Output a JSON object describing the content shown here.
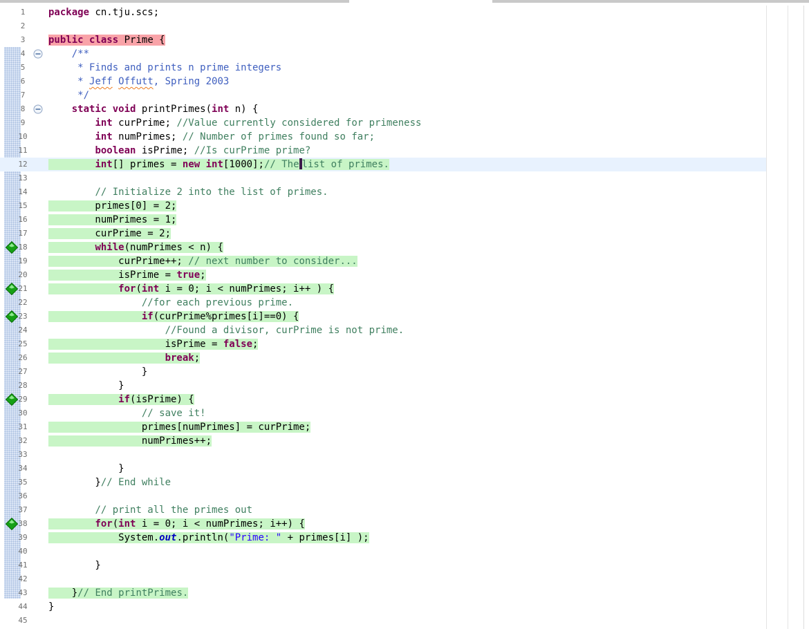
{
  "editor": {
    "lines": [
      {
        "num": "1",
        "html": "<span class=\"k\">package</span> cn.tju.scs;"
      },
      {
        "num": "2",
        "html": ""
      },
      {
        "num": "3",
        "html": "<span class=\"error\"><span class=\"k\">public</span> <span class=\"k\">class</span> Prime {</span>"
      },
      {
        "num": "4",
        "html": "    <span class=\"jd\">/**</span>",
        "fold": true
      },
      {
        "num": "5",
        "html": "<span class=\"jd\">     * Finds and prints n prime integers</span>"
      },
      {
        "num": "6",
        "html": "<span class=\"jd\">     * <span class=\"spell\">Jeff</span> <span class=\"spell\">Offutt</span>, Spring 2003</span>"
      },
      {
        "num": "7",
        "html": "<span class=\"jd\">     */</span>"
      },
      {
        "num": "8",
        "html": "    <span class=\"k\">static</span> <span class=\"k\">void</span> printPrimes(<span class=\"k\">int</span> n) {",
        "fold": true
      },
      {
        "num": "9",
        "html": "        <span class=\"k\">int</span> curPrime; <span class=\"c\">//Value currently considered for primeness</span>"
      },
      {
        "num": "10",
        "html": "        <span class=\"k\">int</span> numPrimes; <span class=\"c\">// Number of primes found so far;</span>"
      },
      {
        "num": "11",
        "html": "        <span class=\"k\">boolean</span> isPrime; <span class=\"c\">//Is curPrime prime?</span>"
      },
      {
        "num": "12",
        "html": "<span class=\"covered\">        <span class=\"k\">int</span>[] primes = <span class=\"k\">new</span> <span class=\"k\">int</span>[1000];<span class=\"c\">// The<span class=\"caret\" data-name=\"text-cursor\" data-interactable=\"false\"></span>list of primes.</span></span>",
        "current": true
      },
      {
        "num": "13",
        "html": ""
      },
      {
        "num": "14",
        "html": "        <span class=\"c\">// Initialize 2 into the list of primes.</span>"
      },
      {
        "num": "15",
        "html": "<span class=\"covered\">        primes[0] = 2;</span>"
      },
      {
        "num": "16",
        "html": "<span class=\"covered\">        numPrimes = 1;</span>"
      },
      {
        "num": "17",
        "html": "<span class=\"covered\">        curPrime = 2;</span>"
      },
      {
        "num": "18",
        "html": "<span class=\"covered\">        <span class=\"k\">while</span>(numPrimes &lt; n) {</span>",
        "bp": true
      },
      {
        "num": "19",
        "html": "<span class=\"covered\">            curPrime++; <span class=\"c\">// next number to consider...</span></span>"
      },
      {
        "num": "20",
        "html": "<span class=\"covered\">            isPrime = <span class=\"k\">true</span>;</span>"
      },
      {
        "num": "21",
        "html": "<span class=\"covered\">            <span class=\"k\">for</span>(<span class=\"k\">int</span> i = 0; i &lt; numPrimes; i++ ) {</span>",
        "bp": true
      },
      {
        "num": "22",
        "html": "                <span class=\"c\">//for each previous prime.</span>"
      },
      {
        "num": "23",
        "html": "<span class=\"covered\">                <span class=\"k\">if</span>(curPrime%primes[i]==0) {</span>",
        "bp": true
      },
      {
        "num": "24",
        "html": "                    <span class=\"c\">//Found a divisor, curPrime is not prime.</span>"
      },
      {
        "num": "25",
        "html": "<span class=\"covered\">                    isPrime = <span class=\"k\">false</span>;</span>"
      },
      {
        "num": "26",
        "html": "<span class=\"covered\">                    <span class=\"k\">break</span>;</span>"
      },
      {
        "num": "27",
        "html": "                }"
      },
      {
        "num": "28",
        "html": "            }"
      },
      {
        "num": "29",
        "html": "<span class=\"covered\">            <span class=\"k\">if</span>(isPrime) {</span>",
        "bp": true
      },
      {
        "num": "30",
        "html": "                <span class=\"c\">// save it!</span>"
      },
      {
        "num": "31",
        "html": "<span class=\"covered\">                primes[numPrimes] = curPrime;</span>"
      },
      {
        "num": "32",
        "html": "<span class=\"covered\">                numPrimes++;</span>"
      },
      {
        "num": "33",
        "html": ""
      },
      {
        "num": "34",
        "html": "            }"
      },
      {
        "num": "35",
        "html": "        }<span class=\"c\">// End while</span>"
      },
      {
        "num": "36",
        "html": ""
      },
      {
        "num": "37",
        "html": "        <span class=\"c\">// print all the primes out</span>"
      },
      {
        "num": "38",
        "html": "<span class=\"covered\">        <span class=\"k\">for</span>(<span class=\"k\">int</span> i = 0; i &lt; numPrimes; i++) {</span>",
        "bp": true
      },
      {
        "num": "39",
        "html": "<span class=\"covered\">            System.<span class=\"f\">out</span>.println(<span class=\"s\">\"Prime: \"</span> + primes[i] );</span>"
      },
      {
        "num": "40",
        "html": ""
      },
      {
        "num": "41",
        "html": "        }"
      },
      {
        "num": "42",
        "html": ""
      },
      {
        "num": "43",
        "html": "<span class=\"covered\">    }<span class=\"c\">// End printPrimes.</span></span>"
      },
      {
        "num": "44",
        "html": "}"
      },
      {
        "num": "45",
        "html": ""
      }
    ]
  },
  "colors": {
    "keyword": "#7f0055",
    "comment": "#3f7f5f",
    "javadoc": "#3f5fbf",
    "string": "#2a00ff",
    "covered_line": "#c8f5c6",
    "error_line": "#f9a3a8",
    "current_line": "#e8f2fe"
  },
  "icons": {
    "breakpoint": "green-diamond-icon",
    "fold": "collapse-minus-icon"
  }
}
